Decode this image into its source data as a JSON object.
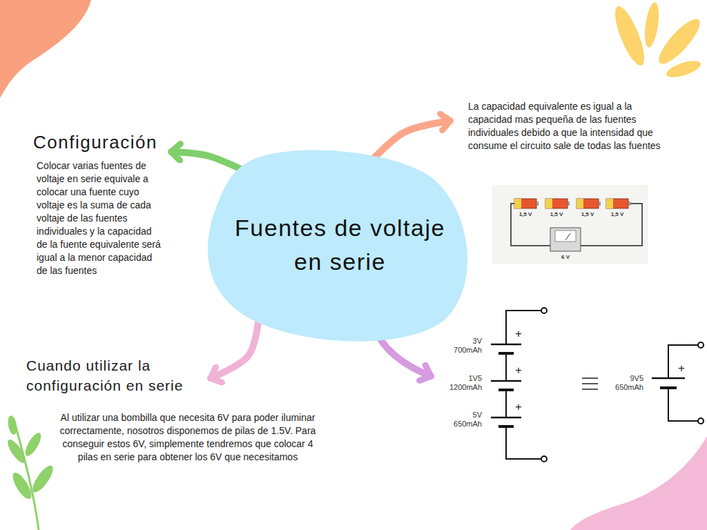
{
  "diagram": {
    "nodes": [
      {
        "text": [
          "Fuentes de voltaje en serie"
        ]
      },
      {
        "text": [
          "Configuración",
          "Colocar varias fuentes de voltaje en serie equivale a colocar una fuente cuyo voltaje es la suma de cada voltaje de las fuentes individuales y la capacidad de la fuente equivalente será igual a la menor capacidad de las fuentes"
        ]
      },
      {
        "text": [
          "La capacidad equivalente es igual a la capacidad mas pequeña de las fuentes individuales debido a que la intensidad que consume el circuito sale de todas las fuentes"
        ]
      },
      {
        "text": [
          "Cuando utilizar la configuración en serie",
          "Al utilizar una bombilla que necesita 6V para poder iluminar correctamente, nosotros disponemos de pilas de 1.5V. Para conseguir estos 6V, simplemente tendremos que colocar 4 pilas en serie para obtener los 6V que necesitamos"
        ]
      }
    ],
    "edges": [
      {
        "from": 0,
        "to": 1,
        "arrow": "to"
      },
      {
        "from": 0,
        "to": 2,
        "arrow": "to"
      },
      {
        "from": 0,
        "to": 3,
        "arrow": "to"
      }
    ],
    "labels": [
      "1,5 V",
      "1,5 V",
      "1,5 V",
      "1,5 V",
      "6 V",
      "3V",
      "700mAh",
      "+",
      "1V5",
      "1200mAh",
      "+",
      "5V",
      "650mAh",
      "+",
      "9V5",
      "650mAh",
      "+"
    ]
  }
}
